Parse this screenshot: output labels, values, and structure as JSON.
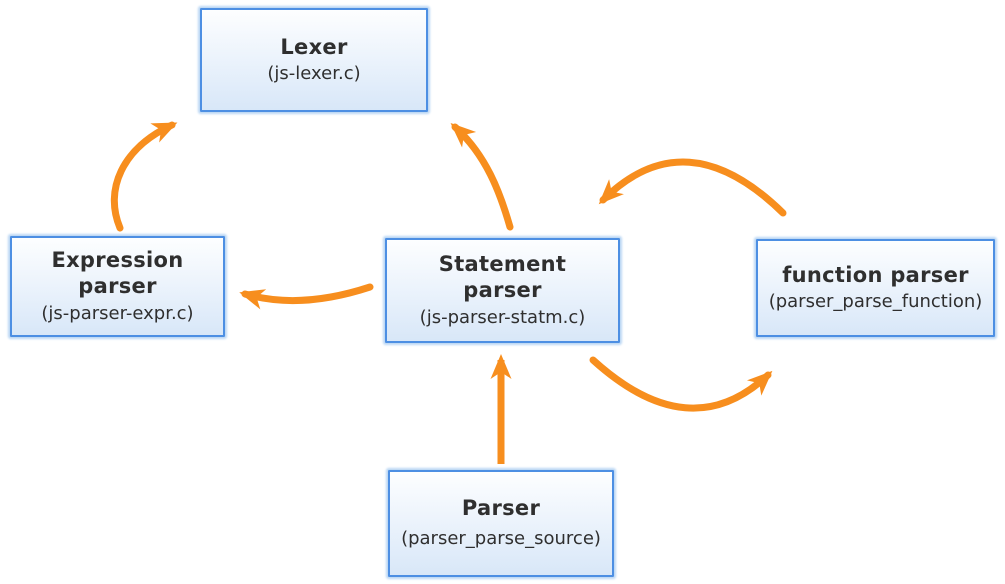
{
  "diagram": {
    "colors": {
      "arrow": "#F78E1E",
      "node_border": "#4D8FE3",
      "node_glow": "#BBD7F4",
      "node_fill_top": "#FDFEFF",
      "node_fill_bottom": "#D8E7F8",
      "text": "#2F2F2F"
    },
    "nodes": {
      "lexer": {
        "title": "Lexer",
        "subtitle": "(js-lexer.c)"
      },
      "expression_parser": {
        "title": "Expression parser",
        "subtitle": "(js-parser-expr.c)"
      },
      "statement_parser": {
        "title": "Statement parser",
        "subtitle": "(js-parser-statm.c)"
      },
      "function_parser": {
        "title": "function parser",
        "subtitle": "(parser_parse_function)"
      },
      "parser": {
        "title": "Parser",
        "subtitle": "(parser_parse_source)"
      }
    },
    "edges": [
      {
        "from": "Expression parser",
        "to": "Lexer"
      },
      {
        "from": "Statement parser",
        "to": "Lexer"
      },
      {
        "from": "Statement parser",
        "to": "Expression parser"
      },
      {
        "from": "function parser",
        "to": "Statement parser"
      },
      {
        "from": "Statement parser",
        "to": "function parser"
      },
      {
        "from": "Parser",
        "to": "Statement parser"
      }
    ]
  }
}
